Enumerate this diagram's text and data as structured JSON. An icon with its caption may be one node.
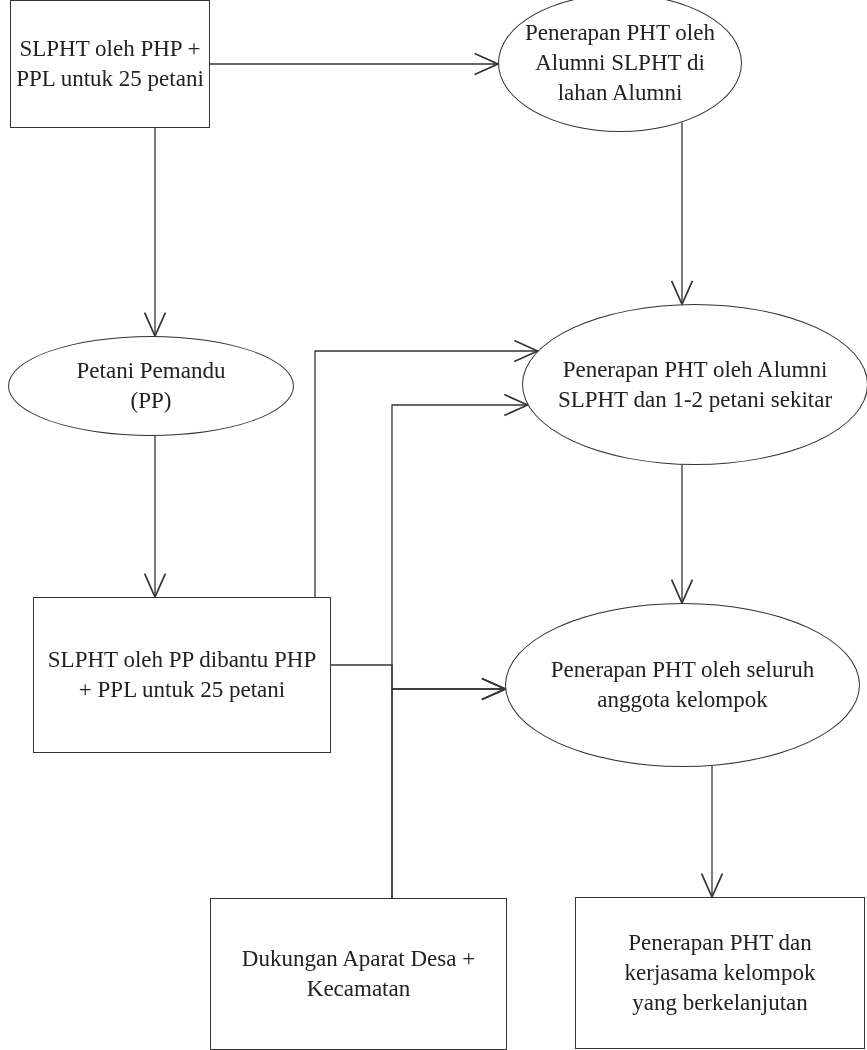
{
  "diagram": {
    "nodes": [
      {
        "text": [
          "SLPHT oleh PHP + PPL untuk 25 petani"
        ]
      },
      {
        "text": [
          "Penerapan PHT oleh Alumni SLPHT di lahan Alumni"
        ]
      },
      {
        "text": [
          "Petani Pemandu (PP)"
        ]
      },
      {
        "text": [
          "Penerapan PHT oleh Alumni SLPHT dan 1-2 petani sekitar"
        ]
      },
      {
        "text": [
          "SLPHT oleh PP dibantu PHP + PPL untuk 25 petani"
        ]
      },
      {
        "text": [
          "Penerapan PHT oleh seluruh anggota kelompok"
        ]
      },
      {
        "text": [
          "Dukungan Aparat Desa + Kecamatan"
        ]
      },
      {
        "text": [
          "Penerapan PHT dan kerjasama kelompok yang berkelanjutan"
        ]
      }
    ],
    "edges": [
      {
        "from": 0,
        "to": 1,
        "arrow": "to"
      },
      {
        "from": 0,
        "to": 2,
        "arrow": "to"
      },
      {
        "from": 1,
        "to": 3,
        "arrow": "to"
      },
      {
        "from": 2,
        "to": 4,
        "arrow": "to"
      },
      {
        "from": 4,
        "to": 3,
        "arrow": "to"
      },
      {
        "from": 6,
        "to": 3,
        "arrow": "to"
      },
      {
        "from": 4,
        "to": 5,
        "arrow": "to"
      },
      {
        "from": 6,
        "to": 5,
        "arrow": "to"
      },
      {
        "from": 3,
        "to": 5,
        "arrow": "to"
      },
      {
        "from": 5,
        "to": 7,
        "arrow": "to"
      }
    ]
  }
}
